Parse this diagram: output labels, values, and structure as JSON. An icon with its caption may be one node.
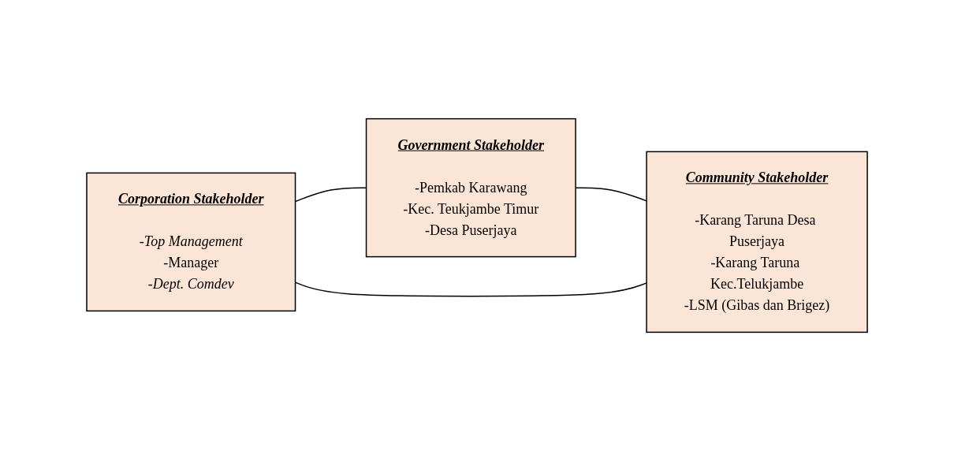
{
  "diagram": {
    "nodes": [
      {
        "text": [
          "Government Stakeholder",
          "-Pemkab Karawang",
          "-Kec. Teukjambe Timur",
          "-Desa Puserjaya"
        ]
      },
      {
        "text": [
          "Corporation Stakeholder",
          "-*Top Management*",
          "-Manager",
          "-*Dept. Comdev*"
        ]
      },
      {
        "text": [
          "Community Stakeholder",
          "-Karang Taruna Desa Puserjaya",
          "-Karang Taruna Kec.Telukjambe",
          "-LSM (Gibas dan Brigez)"
        ]
      }
    ],
    "edges": [
      {
        "from": 1,
        "to": 0,
        "arrow": "none"
      },
      {
        "from": 0,
        "to": 2,
        "arrow": "none"
      },
      {
        "from": 1,
        "to": 2,
        "arrow": "none"
      }
    ]
  }
}
